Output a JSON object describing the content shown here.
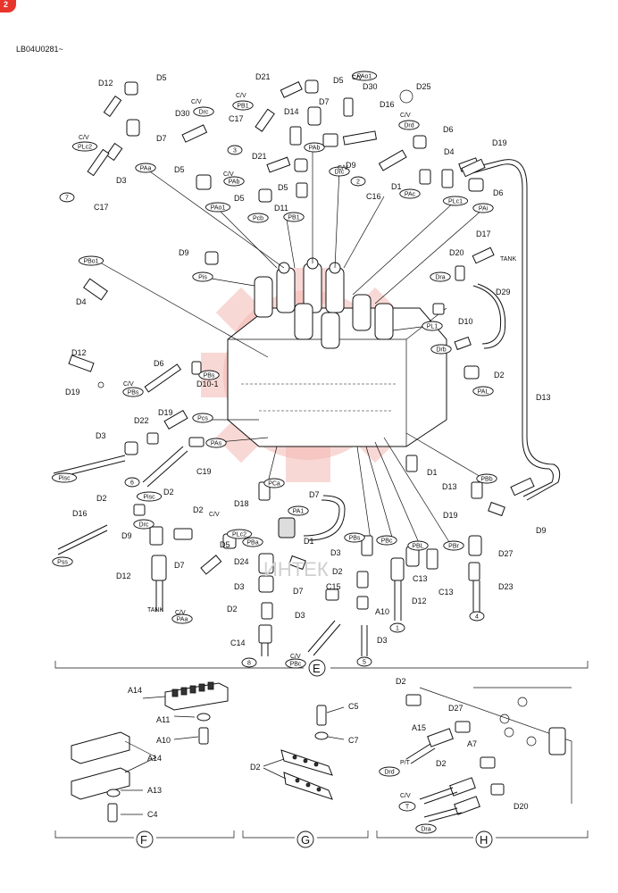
{
  "corner_badge": "2",
  "doc_id": "LB04U0281~",
  "parts": [
    {
      "id": "p1",
      "text": "D12"
    },
    {
      "id": "p2",
      "text": "D5"
    },
    {
      "id": "p3",
      "text": "D21"
    },
    {
      "id": "p4",
      "text": "D5"
    },
    {
      "id": "p5",
      "text": "D30"
    },
    {
      "id": "p6",
      "text": "D25"
    },
    {
      "id": "p7",
      "text": "D7"
    },
    {
      "id": "p8",
      "text": "D30"
    },
    {
      "id": "p9",
      "text": "C17"
    },
    {
      "id": "p10",
      "text": "D14"
    },
    {
      "id": "p11",
      "text": "D16"
    },
    {
      "id": "p12",
      "text": "D6"
    },
    {
      "id": "p13",
      "text": "D7"
    },
    {
      "id": "p14",
      "text": "D3"
    },
    {
      "id": "p15",
      "text": "C17"
    },
    {
      "id": "p16",
      "text": "D21"
    },
    {
      "id": "p17",
      "text": "D9"
    },
    {
      "id": "p18",
      "text": "D4"
    },
    {
      "id": "p19",
      "text": "D19"
    },
    {
      "id": "p20",
      "text": "D5"
    },
    {
      "id": "p21",
      "text": "D5"
    },
    {
      "id": "p22",
      "text": "D11"
    },
    {
      "id": "p23",
      "text": "D1"
    },
    {
      "id": "p24",
      "text": "C16"
    },
    {
      "id": "p25",
      "text": "D6"
    },
    {
      "id": "p26",
      "text": "D5"
    },
    {
      "id": "p27",
      "text": "D9"
    },
    {
      "id": "p28",
      "text": "D20"
    },
    {
      "id": "p29",
      "text": "D17"
    },
    {
      "id": "p30",
      "text": "D29"
    },
    {
      "id": "p31",
      "text": "D4"
    },
    {
      "id": "p32",
      "text": "D10"
    },
    {
      "id": "p33",
      "text": "D12"
    },
    {
      "id": "p34",
      "text": "D6"
    },
    {
      "id": "p35",
      "text": "D2"
    },
    {
      "id": "p36",
      "text": "D10-1"
    },
    {
      "id": "p37",
      "text": "D19"
    },
    {
      "id": "p38",
      "text": "D13"
    },
    {
      "id": "p39",
      "text": "D22"
    },
    {
      "id": "p40",
      "text": "D19"
    },
    {
      "id": "p41",
      "text": "D3"
    },
    {
      "id": "p42",
      "text": "C19"
    },
    {
      "id": "p43",
      "text": "D2"
    },
    {
      "id": "p44",
      "text": "D1"
    },
    {
      "id": "p45",
      "text": "D13"
    },
    {
      "id": "p46",
      "text": "D2"
    },
    {
      "id": "p47",
      "text": "D18"
    },
    {
      "id": "p48",
      "text": "D7"
    },
    {
      "id": "p49",
      "text": "D19"
    },
    {
      "id": "p50",
      "text": "D16"
    },
    {
      "id": "p51",
      "text": "D2"
    },
    {
      "id": "p52",
      "text": "D9"
    },
    {
      "id": "p53",
      "text": "D9"
    },
    {
      "id": "p54",
      "text": "D5"
    },
    {
      "id": "p55",
      "text": "D1"
    },
    {
      "id": "p56",
      "text": "D24"
    },
    {
      "id": "p57",
      "text": "D3"
    },
    {
      "id": "p58",
      "text": "D27"
    },
    {
      "id": "p59",
      "text": "D12"
    },
    {
      "id": "p60",
      "text": "D7"
    },
    {
      "id": "p61",
      "text": "D2"
    },
    {
      "id": "p62",
      "text": "D7"
    },
    {
      "id": "p63",
      "text": "D3"
    },
    {
      "id": "p64",
      "text": "C13"
    },
    {
      "id": "p65",
      "text": "D23"
    },
    {
      "id": "p66",
      "text": "D2"
    },
    {
      "id": "p67",
      "text": "C15"
    },
    {
      "id": "p68",
      "text": "D12"
    },
    {
      "id": "p69",
      "text": "D3"
    },
    {
      "id": "p70",
      "text": "C13"
    },
    {
      "id": "p71",
      "text": "C14"
    },
    {
      "id": "p72",
      "text": "D3"
    },
    {
      "id": "p73",
      "text": "A10"
    },
    {
      "id": "p74",
      "text": "A14"
    },
    {
      "id": "p75",
      "text": "A11"
    },
    {
      "id": "p76",
      "text": "A10"
    },
    {
      "id": "p77",
      "text": "A14"
    },
    {
      "id": "p78",
      "text": "A13"
    },
    {
      "id": "p79",
      "text": "C4"
    },
    {
      "id": "p80",
      "text": "C5"
    },
    {
      "id": "p81",
      "text": "C7"
    },
    {
      "id": "p82",
      "text": "D2"
    },
    {
      "id": "p83",
      "text": "D2"
    },
    {
      "id": "p84",
      "text": "D27"
    },
    {
      "id": "p85",
      "text": "A15"
    },
    {
      "id": "p86",
      "text": "A7"
    },
    {
      "id": "p87",
      "text": "D2"
    },
    {
      "id": "p88",
      "text": "D20"
    }
  ],
  "small_labels": [
    {
      "id": "s1",
      "text": "C/V"
    },
    {
      "id": "s2",
      "text": "C/V"
    },
    {
      "id": "s3",
      "text": "C/V"
    },
    {
      "id": "s4",
      "text": "C/V"
    },
    {
      "id": "s5",
      "text": "C/V"
    },
    {
      "id": "s6",
      "text": "C/V"
    },
    {
      "id": "s7",
      "text": "C/V"
    },
    {
      "id": "s8",
      "text": "C/V"
    },
    {
      "id": "s9",
      "text": "C/V"
    },
    {
      "id": "s10",
      "text": "C/V"
    },
    {
      "id": "s11",
      "text": "TANK"
    },
    {
      "id": "s12",
      "text": "TANK"
    },
    {
      "id": "s13",
      "text": "C/V"
    },
    {
      "id": "s14",
      "text": "P/T"
    },
    {
      "id": "s15",
      "text": "C/V"
    }
  ],
  "ports": [
    {
      "id": "o1",
      "text": "PLc2"
    },
    {
      "id": "o2",
      "text": "PAa"
    },
    {
      "id": "o3",
      "text": "PB1"
    },
    {
      "id": "o4",
      "text": "PAb"
    },
    {
      "id": "o5",
      "text": "Drc"
    },
    {
      "id": "o6",
      "text": "PAo1"
    },
    {
      "id": "o7",
      "text": "Drd"
    },
    {
      "id": "o8",
      "text": "PAb"
    },
    {
      "id": "o9",
      "text": "Drc"
    },
    {
      "id": "o10",
      "text": "PAo1"
    },
    {
      "id": "o11",
      "text": "Pcb"
    },
    {
      "id": "o12",
      "text": "PB1"
    },
    {
      "id": "o13",
      "text": "PAc"
    },
    {
      "id": "o14",
      "text": "PLc1"
    },
    {
      "id": "o15",
      "text": "PAi"
    },
    {
      "id": "o16",
      "text": "PBo1"
    },
    {
      "id": "o17",
      "text": "Pis"
    },
    {
      "id": "o18",
      "text": "Dra"
    },
    {
      "id": "o19",
      "text": "PL1"
    },
    {
      "id": "o20",
      "text": "Drb"
    },
    {
      "id": "o21",
      "text": "PBs"
    },
    {
      "id": "o22",
      "text": "PBs"
    },
    {
      "id": "o23",
      "text": "PAL"
    },
    {
      "id": "o24",
      "text": "Pcs"
    },
    {
      "id": "o25",
      "text": "PAs"
    },
    {
      "id": "o26",
      "text": "Pisc"
    },
    {
      "id": "o27",
      "text": "PBb"
    },
    {
      "id": "o28",
      "text": "Pisc"
    },
    {
      "id": "o29",
      "text": "PCa"
    },
    {
      "id": "o30",
      "text": "Drc"
    },
    {
      "id": "o31",
      "text": "PA1"
    },
    {
      "id": "o32",
      "text": "Pss"
    },
    {
      "id": "o33",
      "text": "PLc2"
    },
    {
      "id": "o34",
      "text": "PBa"
    },
    {
      "id": "o35",
      "text": "PBs"
    },
    {
      "id": "o36",
      "text": "PBc"
    },
    {
      "id": "o37",
      "text": "PBL"
    },
    {
      "id": "o38",
      "text": "PBr"
    },
    {
      "id": "o39",
      "text": "PAa"
    },
    {
      "id": "o40",
      "text": "PBc"
    },
    {
      "id": "o41",
      "text": "Drd"
    },
    {
      "id": "o42",
      "text": "T"
    },
    {
      "id": "o43",
      "text": "Dra"
    }
  ],
  "hose_numbers": [
    {
      "id": "n1",
      "text": "7"
    },
    {
      "id": "n2",
      "text": "3"
    },
    {
      "id": "n3",
      "text": "2"
    },
    {
      "id": "n4",
      "text": "6"
    },
    {
      "id": "n5",
      "text": "4"
    },
    {
      "id": "n6",
      "text": "1"
    },
    {
      "id": "n7",
      "text": "8"
    },
    {
      "id": "n8",
      "text": "5"
    }
  ],
  "sections": {
    "E": "E",
    "F": "F",
    "G": "G",
    "H": "H"
  },
  "watermark_text": "ИНТЕК"
}
